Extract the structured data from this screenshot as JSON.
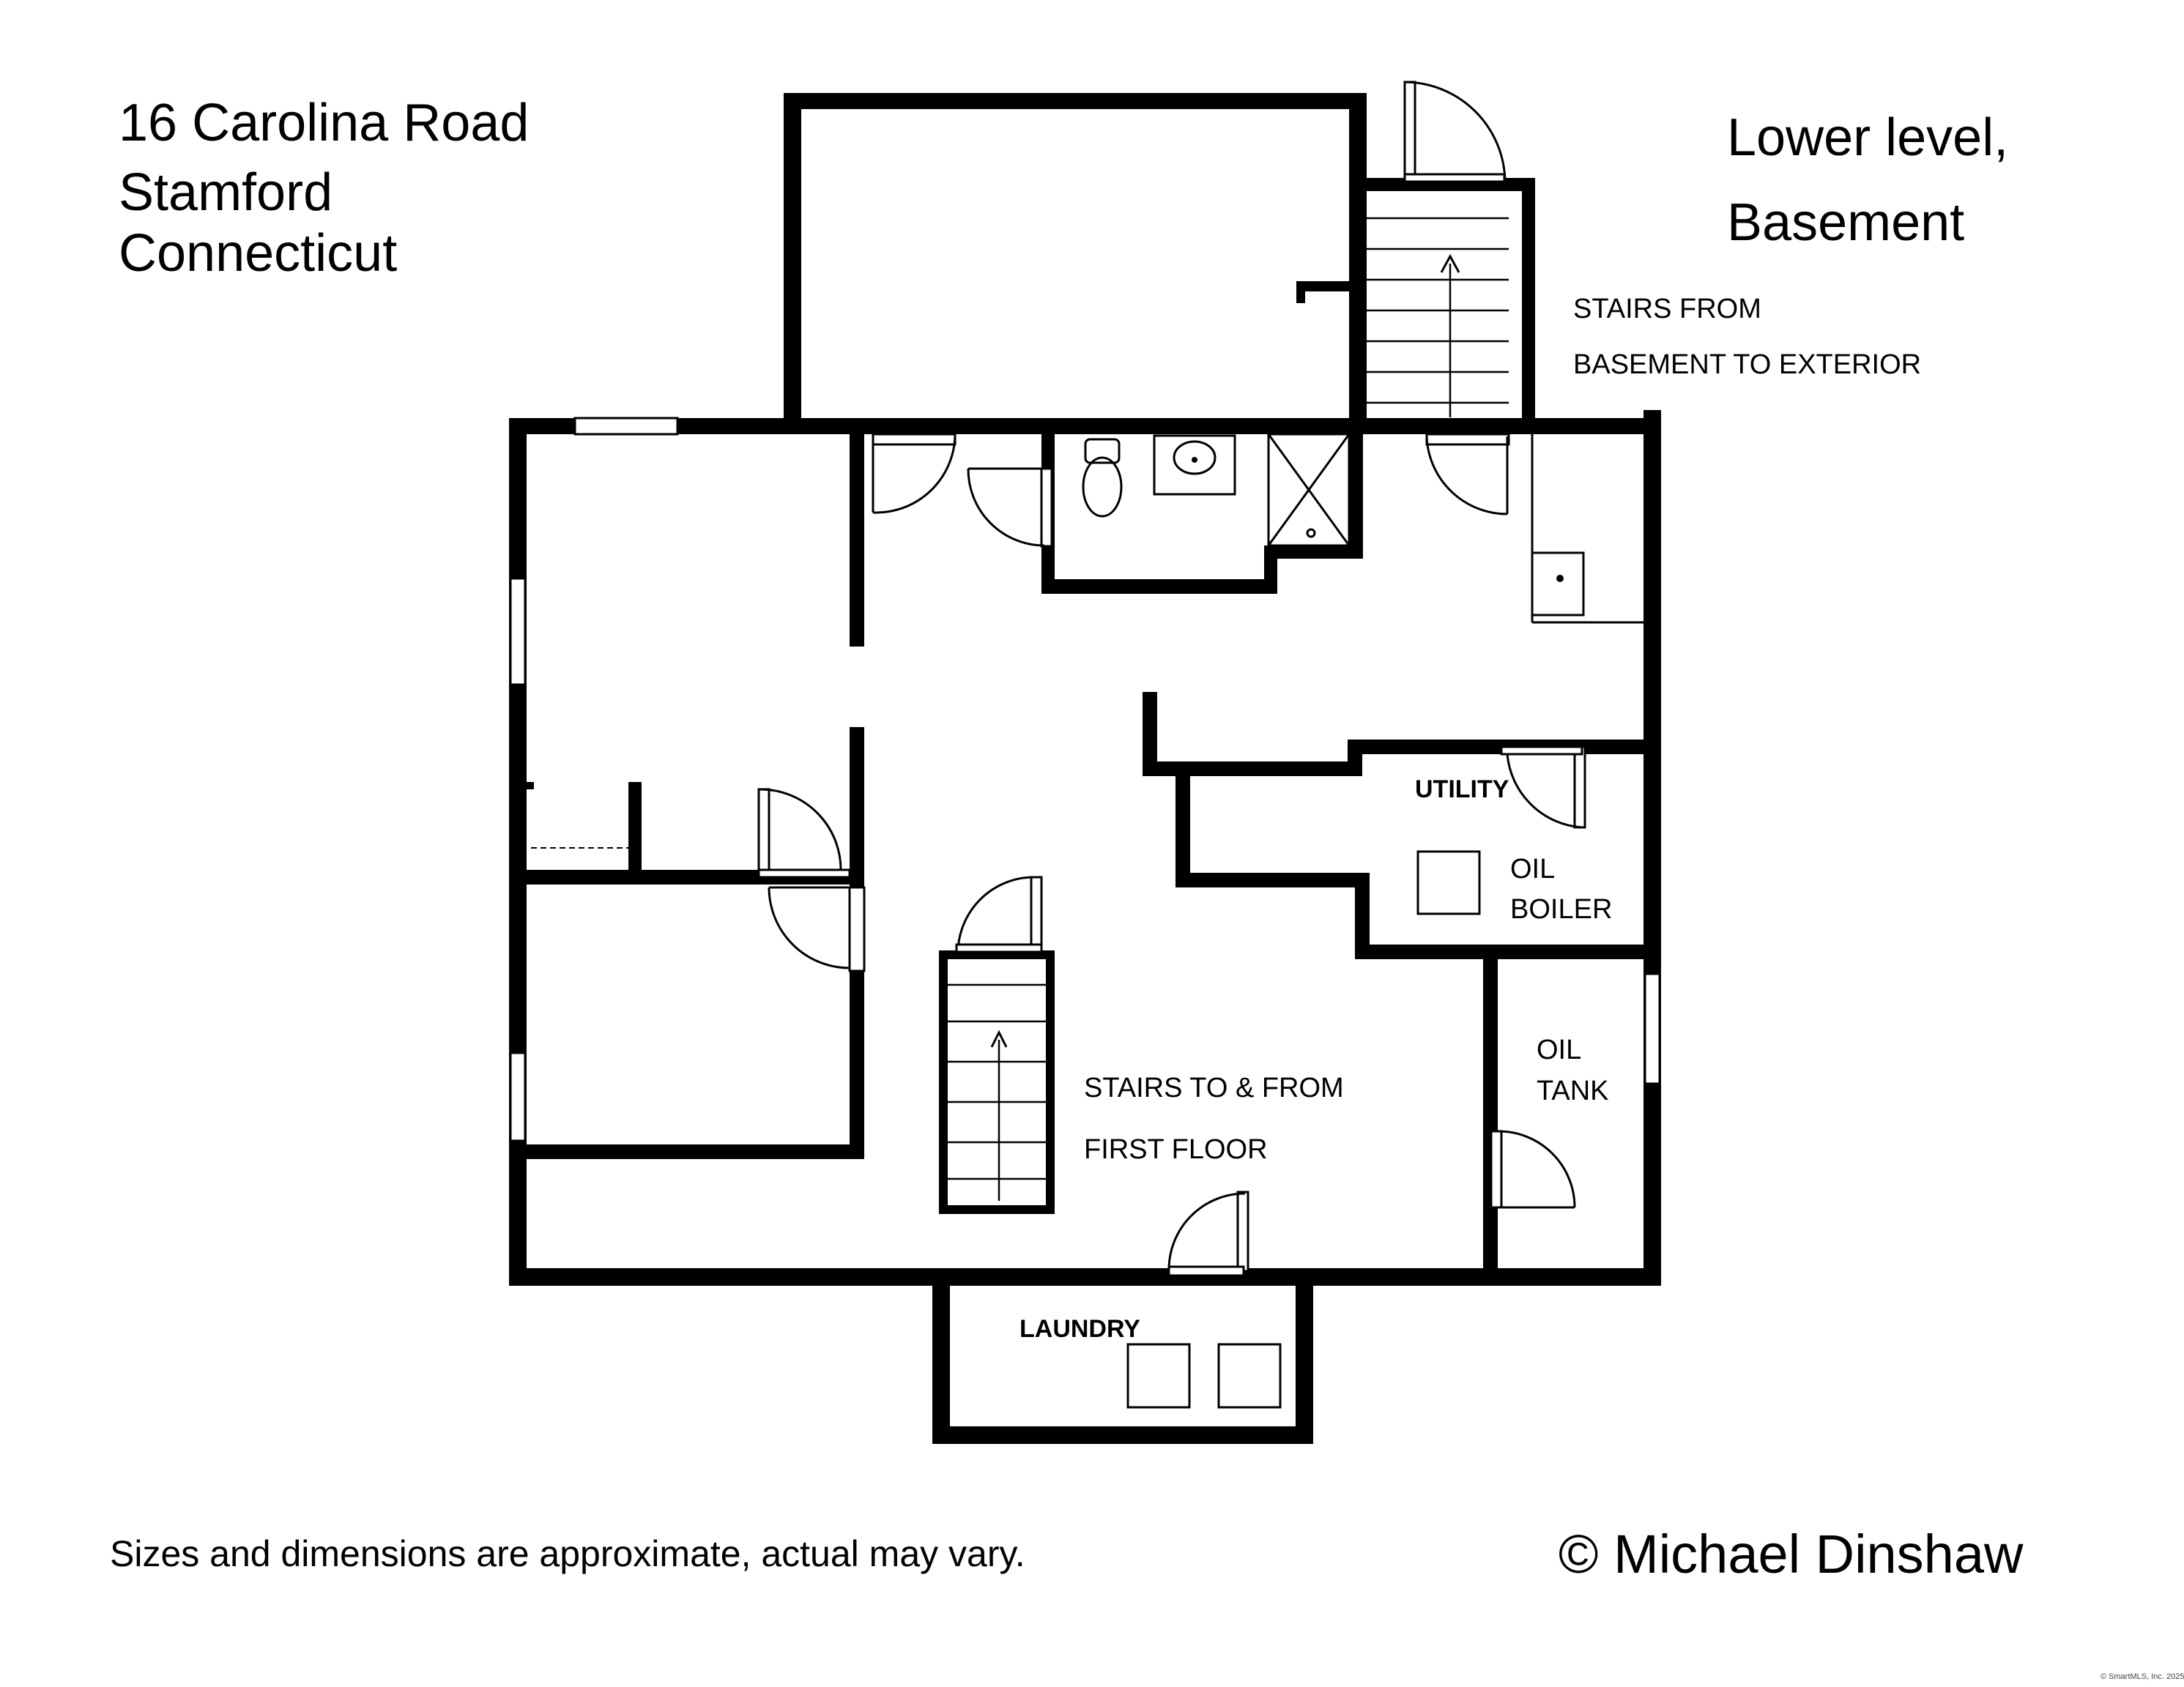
{
  "address": {
    "street": "16 Carolina Road",
    "city": "Stamford",
    "state": "Connecticut"
  },
  "level": {
    "line1": "Lower level,",
    "line2": "Basement"
  },
  "rooms": {
    "exterior_stairs_line1": "STAIRS FROM",
    "exterior_stairs_line2": "BASEMENT TO EXTERIOR",
    "utility": "UTILITY",
    "oil_boiler_line1": "OIL",
    "oil_boiler_line2": "BOILER",
    "oil_tank_line1": "OIL",
    "oil_tank_line2": "TANK",
    "main_stairs_line1": "STAIRS TO & FROM",
    "main_stairs_line2": "FIRST FLOOR",
    "laundry": "LAUNDRY"
  },
  "footer": {
    "disclaimer": "Sizes and dimensions are approximate, actual may vary.",
    "copyright": "© Michael Dinshaw",
    "watermark": "© SmartMLS, Inc. 2025"
  }
}
